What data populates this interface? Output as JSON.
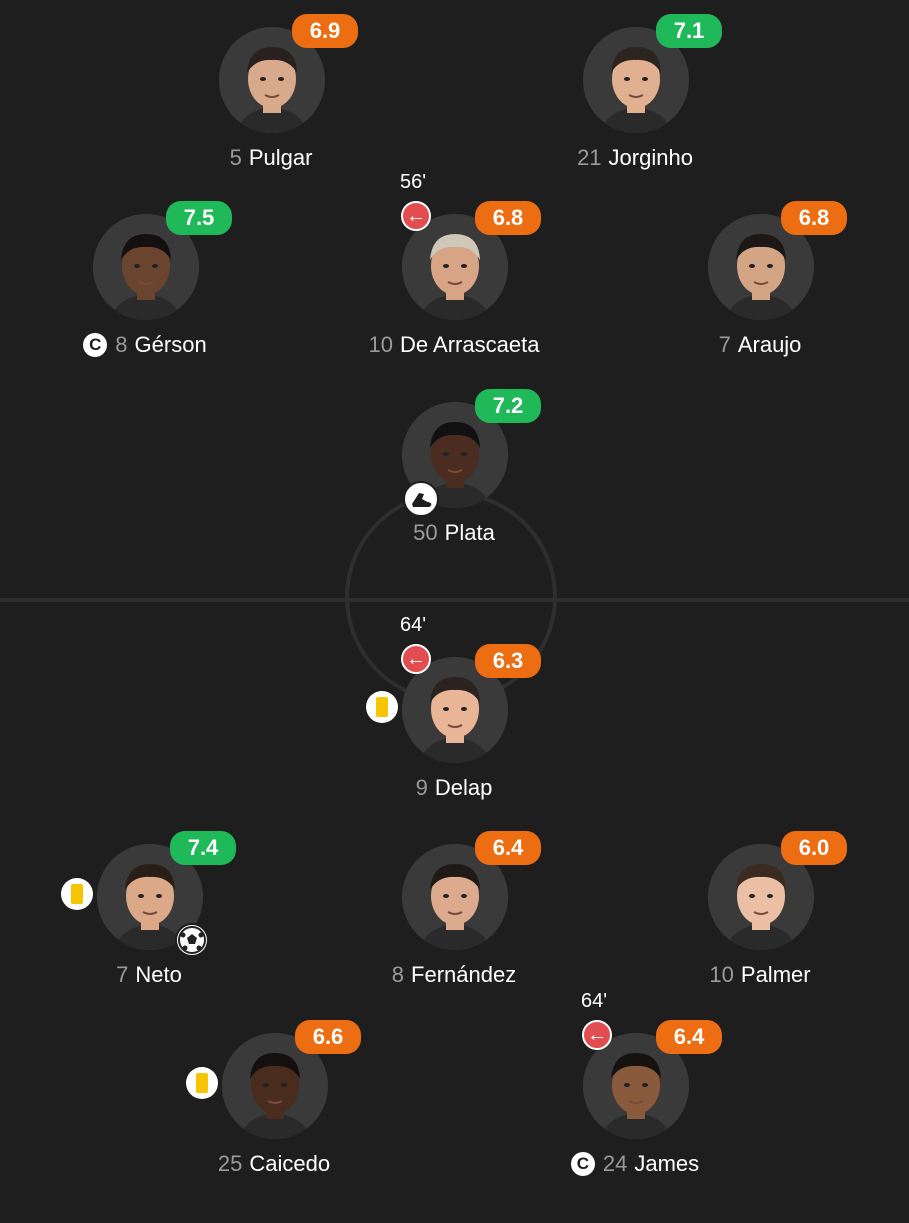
{
  "players": [
    {
      "id": "p1",
      "number": "5",
      "name": "Pulgar",
      "rating": "6.9",
      "rating_color": "orange",
      "skin": "#d8a98a",
      "hair": "#2a2020"
    },
    {
      "id": "p2",
      "number": "21",
      "name": "Jorginho",
      "rating": "7.1",
      "rating_color": "green",
      "skin": "#e0b091",
      "hair": "#2b241f"
    },
    {
      "id": "p3",
      "number": "8",
      "name": "Gérson",
      "rating": "7.5",
      "rating_color": "green",
      "captain": true,
      "skin": "#6b4430",
      "hair": "#141010"
    },
    {
      "id": "p4",
      "number": "10",
      "name": "De Arrascaeta",
      "rating": "6.8",
      "rating_color": "orange",
      "sub_time": "56'",
      "skin": "#d7a485",
      "hair": "#cfc7b8"
    },
    {
      "id": "p5",
      "number": "7",
      "name": "Araujo",
      "rating": "6.8",
      "rating_color": "orange",
      "skin": "#d4a584",
      "hair": "#1c1816"
    },
    {
      "id": "p6",
      "number": "50",
      "name": "Plata",
      "rating": "7.2",
      "rating_color": "green",
      "boot": true,
      "skin": "#4a2d20",
      "hair": "#111"
    },
    {
      "id": "p7",
      "number": "9",
      "name": "Delap",
      "rating": "6.3",
      "rating_color": "orange",
      "sub_time": "64'",
      "yellow": true,
      "skin": "#e8b596",
      "hair": "#2a2320"
    },
    {
      "id": "p8",
      "number": "7",
      "name": "Neto",
      "rating": "7.4",
      "rating_color": "green",
      "yellow": true,
      "ball": true,
      "skin": "#dba888",
      "hair": "#2a1e18"
    },
    {
      "id": "p9",
      "number": "8",
      "name": "Fernández",
      "rating": "6.4",
      "rating_color": "orange",
      "skin": "#dcaa8c",
      "hair": "#1f1a17"
    },
    {
      "id": "p10",
      "number": "10",
      "name": "Palmer",
      "rating": "6.0",
      "rating_color": "orange",
      "skin": "#ebbfa3",
      "hair": "#3a2a20"
    },
    {
      "id": "p11",
      "number": "25",
      "name": "Caicedo",
      "rating": "6.6",
      "rating_color": "orange",
      "yellow": true,
      "skin": "#4a2c1e",
      "hair": "#151010"
    },
    {
      "id": "p12",
      "number": "24",
      "name": "James",
      "rating": "6.4",
      "rating_color": "orange",
      "captain": true,
      "sub_time": "64'",
      "skin": "#8a5a3c",
      "hair": "#161210"
    }
  ],
  "icons": {
    "captain": "C",
    "sub": "←",
    "ball": "soccer-ball-icon",
    "boot": "football-boot-icon",
    "yellow": "yellow-card-icon"
  }
}
